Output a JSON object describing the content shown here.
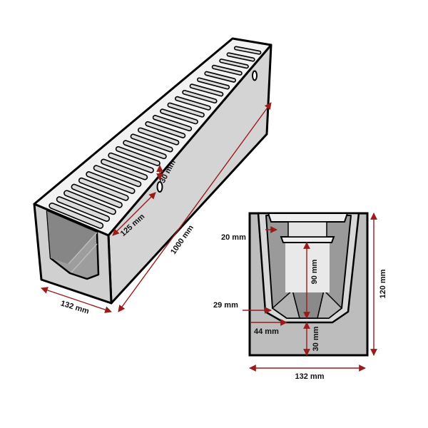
{
  "colors": {
    "outline": "#000000",
    "concrete_light": "#d4d4d4",
    "concrete_mid": "#bdbdbd",
    "channel_dark": "#8f8f8f",
    "channel_mid": "#a9a9a9",
    "grating": "#f2f2f2",
    "dimension_arrow": "#9b1b1b",
    "background": "#ffffff"
  },
  "perspective_view": {
    "grating_slot_count": 26,
    "dimensions": {
      "depth_offset": "30 mm",
      "inner_width": "125 mm",
      "length": "1000 mm",
      "outer_width": "132 mm"
    }
  },
  "cross_section_view": {
    "dimensions": {
      "wall_thickness": "20 mm",
      "inner_depth": "90 mm",
      "total_height": "120 mm",
      "bevel_height": "29 mm",
      "bottom_width": "44 mm",
      "base_thickness": "30 mm",
      "total_width": "132 mm"
    }
  }
}
